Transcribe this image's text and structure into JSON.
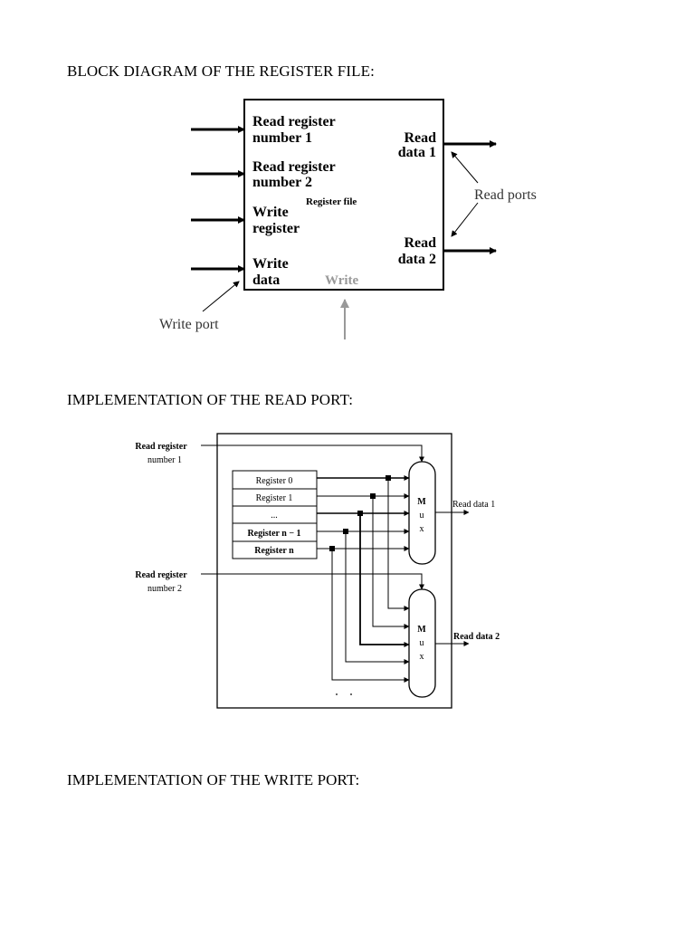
{
  "headings": {
    "block_diagram": "BLOCK DIAGRAM OF THE REGISTER FILE:",
    "read_port": "IMPLEMENTATION OF THE READ PORT:",
    "write_port": "IMPLEMENTATION OF THE WRITE PORT:"
  },
  "block_diagram": {
    "inputs": [
      {
        "line1": "Read register",
        "line2": "number 1"
      },
      {
        "line1": "Read register",
        "line2": "number 2"
      },
      {
        "line1": "Write",
        "line2": "register"
      },
      {
        "line1": "Write",
        "line2": "data"
      }
    ],
    "box_title": "Register file",
    "write_control": "Write",
    "outputs": [
      {
        "line1": "Read",
        "line2": "data 1"
      },
      {
        "line1": "Read",
        "line2": "data 2"
      }
    ],
    "read_ports_label": "Read ports",
    "write_port_label": "Write port"
  },
  "read_port": {
    "select_labels": [
      {
        "line1": "Read register",
        "line2": "number 1"
      },
      {
        "line1": "Read register",
        "line2": "number 2"
      }
    ],
    "registers": [
      "Register 0",
      "Register 1",
      "...",
      "Register n − 1",
      "Register n"
    ],
    "mux_letters": [
      "M",
      "u",
      "x"
    ],
    "outputs": [
      "Read data 1",
      "Read data 2"
    ]
  }
}
